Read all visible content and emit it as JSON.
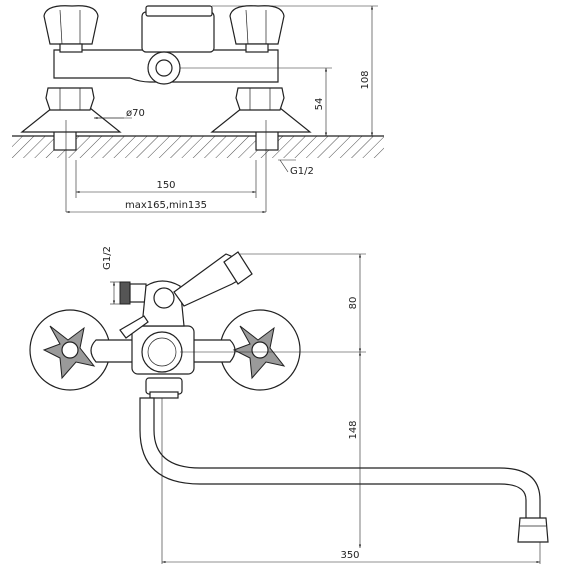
{
  "top_view": {
    "dim_height_total": "108",
    "dim_height_outlet": "54",
    "dim_escutcheon_diameter": "ø70",
    "dim_thread_size": "G1/2",
    "dim_centers": "150",
    "dim_centers_range": "max165,min135"
  },
  "front_view": {
    "dim_inlet_thread": "G1/2",
    "dim_lever_height": "80",
    "dim_spout_height": "148",
    "dim_spout_reach": "350"
  }
}
